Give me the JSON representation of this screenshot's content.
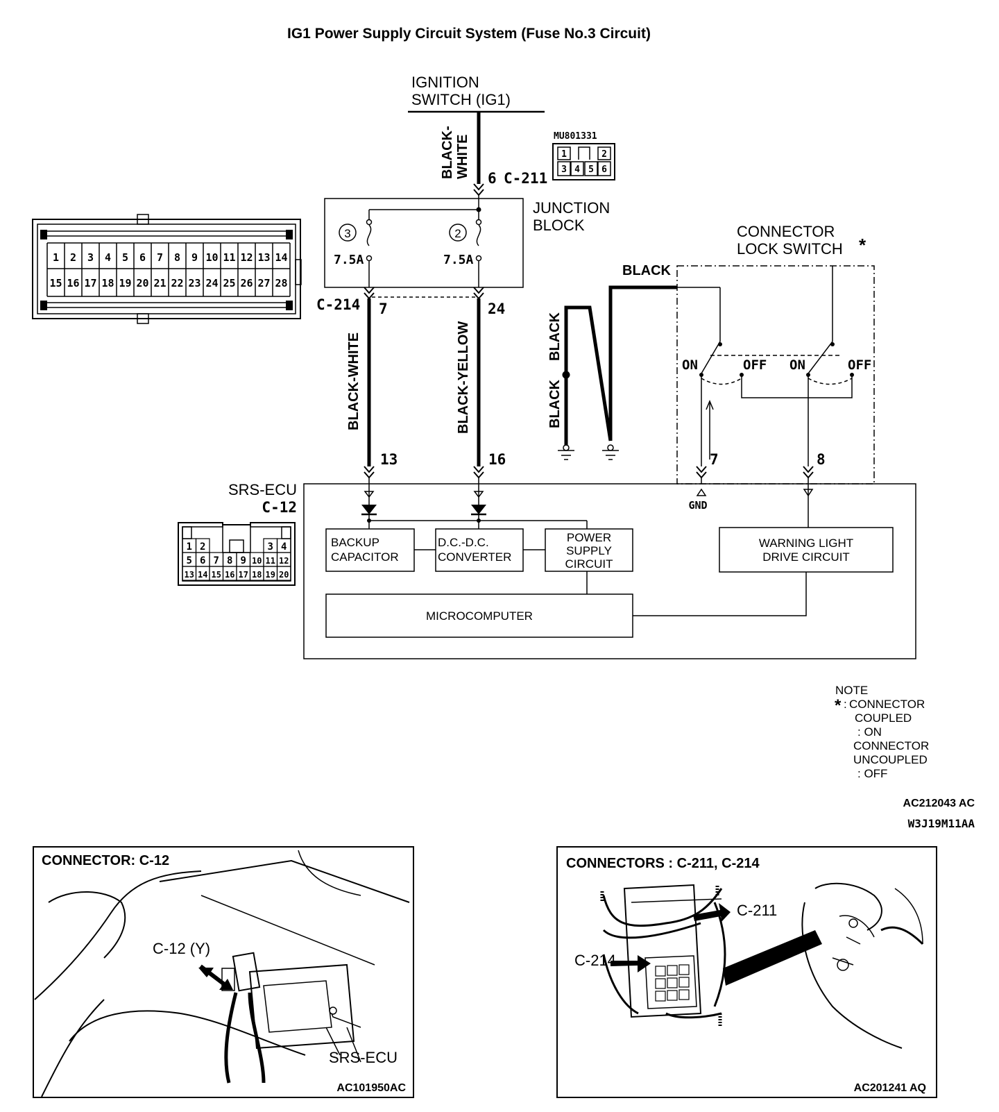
{
  "title": "IG1 Power Supply Circuit System (Fuse No.3 Circuit)",
  "ignition": {
    "line1": "IGNITION",
    "line2": "SWITCH (IG1)"
  },
  "wires": {
    "ig_wire": {
      "line1": "BLACK-",
      "line2": "WHITE"
    },
    "left": "BLACK-WHITE",
    "right": "BLACK-YELLOW",
    "ground_upper": "BLACK",
    "ground_lower": "BLACK",
    "lock_wire": "BLACK"
  },
  "connectors": {
    "c211_pin": "6",
    "c211_label": "C-211",
    "c211_part": "MU801331",
    "c211_pins": [
      "1",
      "2",
      "3",
      "4",
      "5",
      "6"
    ],
    "c214_label": "C-214",
    "c214_pin_left": "7",
    "c214_pin_right": "24",
    "c214_pins": [
      "1",
      "2",
      "3",
      "4",
      "5",
      "6",
      "7",
      "8",
      "9",
      "10",
      "11",
      "12",
      "13",
      "14",
      "15",
      "16",
      "17",
      "18",
      "19",
      "20",
      "21",
      "22",
      "23",
      "24",
      "25",
      "26",
      "27",
      "28"
    ],
    "ecu_pin_left": "13",
    "ecu_pin_right": "16",
    "c12_label": "C-12",
    "c12_pins": [
      "1",
      "2",
      "3",
      "4",
      "5",
      "6",
      "7",
      "8",
      "9",
      "10",
      "11",
      "12",
      "13",
      "14",
      "15",
      "16",
      "17",
      "18",
      "19",
      "20"
    ]
  },
  "junction_block": {
    "line1": "JUNCTION",
    "line2": "BLOCK",
    "fuses": [
      {
        "number": "3",
        "rating": "7.5A"
      },
      {
        "number": "2",
        "rating": "7.5A"
      }
    ]
  },
  "lock_switch": {
    "line1": "CONNECTOR",
    "line2": "LOCK SWITCH",
    "asterisk": "*",
    "on1": "ON",
    "off1": "OFF",
    "on2": "ON",
    "off2": "OFF",
    "pin_left": "7",
    "pin_right": "8"
  },
  "ecu": {
    "name": "SRS-ECU",
    "connector": "C-12",
    "gnd": "GND",
    "backup": {
      "line1": "BACKUP",
      "line2": "CAPACITOR"
    },
    "dcdc": {
      "line1": "D.C.-D.C.",
      "line2": "CONVERTER"
    },
    "power": {
      "line1": "POWER",
      "line2": "SUPPLY",
      "line3": "CIRCUIT"
    },
    "warning": {
      "line1": "WARNING LIGHT",
      "line2": "DRIVE CIRCUIT"
    },
    "micro": "MICROCOMPUTER"
  },
  "note": {
    "heading": "NOTE",
    "star": "*",
    "lines": [
      "CONNECTOR",
      "COUPLED",
      ": ON",
      "CONNECTOR",
      "UNCOUPLED",
      ": OFF"
    ]
  },
  "codes": {
    "code1": "AC212043 AC",
    "code2": "W3J19M11AA"
  },
  "photo_c12": {
    "title": "CONNECTOR: C-12",
    "callout": "C-12 (Y)",
    "ecu_label": "SRS-ECU",
    "code": "AC101950AC"
  },
  "photo_c211": {
    "title": "CONNECTORS : C-211, C-214",
    "callout1": "C-211",
    "callout2": "C-214",
    "code": "AC201241 AQ"
  }
}
